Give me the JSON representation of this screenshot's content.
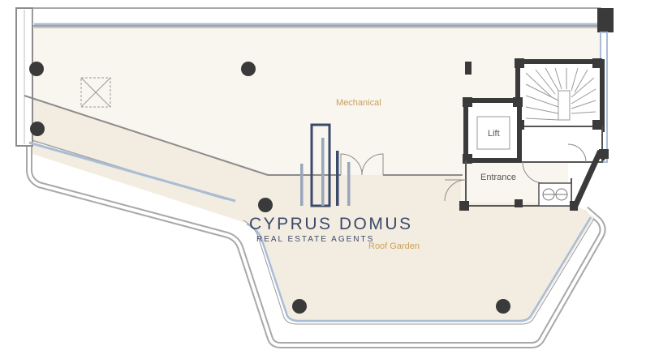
{
  "rooms": {
    "mechanical": "Mechanical",
    "lift": "Lift",
    "entrance": "Entrance",
    "roof_garden": "Roof Garden"
  },
  "watermark": {
    "name": "CYPRUS DOMUS",
    "tagline": "REAL ESTATE AGENTS"
  },
  "colors": {
    "floor": "#f8f6ee",
    "terrace": "#f3ece0",
    "wall": "#9a9a9a",
    "glass": "#a9bdd6",
    "column": "#3a3a3a",
    "label_gold": "#c9a25a",
    "brand_navy": "#3b4a6b",
    "brand_gray": "#9aa6bc"
  }
}
